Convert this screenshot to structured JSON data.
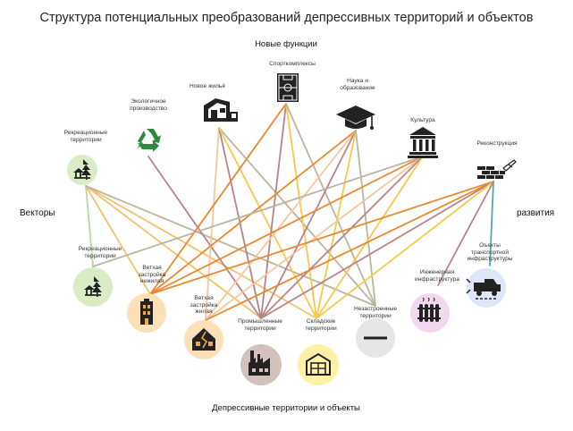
{
  "title": "Структура потенциальных преобразований депрессивных территорий и объектов",
  "headings": {
    "top": "Новые функции",
    "bottom": "Депрессивные территории и объекты",
    "left": "Векторы",
    "right": "развития"
  },
  "new_functions": [
    {
      "id": "rec_top",
      "label": [
        "Рекреационные",
        "территории"
      ],
      "icon": "trees-icon"
    },
    {
      "id": "eco",
      "label": [
        "Экологичное",
        "производство"
      ],
      "icon": "recycle-icon"
    },
    {
      "id": "housing",
      "label": [
        "Новое жильё"
      ],
      "icon": "house-icon"
    },
    {
      "id": "sport",
      "label": [
        "Спорткомплексы"
      ],
      "icon": "football-field-icon"
    },
    {
      "id": "science",
      "label": [
        "Наука и",
        "образование"
      ],
      "icon": "graduation-cap-icon"
    },
    {
      "id": "culture",
      "label": [
        "Культура"
      ],
      "icon": "museum-icon"
    },
    {
      "id": "recon",
      "label": [
        "Реконструкция"
      ],
      "icon": "bricks-trowel-icon"
    }
  ],
  "depressed_objects": [
    {
      "id": "rec_bot",
      "label": [
        "Рекреационные",
        "территории"
      ],
      "icon": "trees-icon",
      "color": "#d9ecc4"
    },
    {
      "id": "old_nonres",
      "label": [
        "Ветхая",
        "застройка",
        "нежилая"
      ],
      "icon": "old-building-icon",
      "color": "#fbe0b8"
    },
    {
      "id": "old_res",
      "label": [
        "Ветхая",
        "застройка",
        "жилая"
      ],
      "icon": "cracked-house-icon",
      "color": "#fbe0b8"
    },
    {
      "id": "industrial",
      "label": [
        "Промышленные",
        "территории"
      ],
      "icon": "factory-icon",
      "color": "#d3c1bd"
    },
    {
      "id": "warehouse",
      "label": [
        "Складские",
        "территории"
      ],
      "icon": "warehouse-icon",
      "color": "#fff2a8"
    },
    {
      "id": "vacant",
      "label": [
        "Незастроенные",
        "территории"
      ],
      "icon": "empty-lot-icon",
      "color": "#e6e6e6"
    },
    {
      "id": "engineering",
      "label": [
        "Инженерная",
        "инфраструктура"
      ],
      "icon": "radiator-icon",
      "color": "#f2d8ee"
    },
    {
      "id": "transport",
      "label": [
        "Оъекты",
        "транспортной",
        "инфраструктуры"
      ],
      "icon": "tow-truck-icon",
      "color": "#dde7f7"
    }
  ],
  "links": [
    {
      "from": "rec_top",
      "to": "rec_bot",
      "color": "#b7d8a0"
    },
    {
      "from": "rec_top",
      "to": "old_nonres",
      "color": "#f5c26b"
    },
    {
      "from": "rec_top",
      "to": "industrial",
      "color": "#f5c26b"
    },
    {
      "from": "rec_top",
      "to": "warehouse",
      "color": "#f5c26b"
    },
    {
      "from": "rec_top",
      "to": "vacant",
      "color": "#b9b59f"
    },
    {
      "from": "eco",
      "to": "industrial",
      "color": "#b5848a"
    },
    {
      "from": "housing",
      "to": "old_res",
      "color": "#f6c6a0"
    },
    {
      "from": "housing",
      "to": "vacant",
      "color": "#b9b59f"
    },
    {
      "from": "housing",
      "to": "industrial",
      "color": "#b5848a"
    },
    {
      "from": "housing",
      "to": "warehouse",
      "color": "#f7c948"
    },
    {
      "from": "sport",
      "to": "old_nonres",
      "color": "#e8892f"
    },
    {
      "from": "sport",
      "to": "industrial",
      "color": "#b5848a"
    },
    {
      "from": "sport",
      "to": "warehouse",
      "color": "#f7c948"
    },
    {
      "from": "sport",
      "to": "vacant",
      "color": "#b9b59f"
    },
    {
      "from": "science",
      "to": "old_nonres",
      "color": "#e8892f"
    },
    {
      "from": "science",
      "to": "old_res",
      "color": "#f6c6a0"
    },
    {
      "from": "science",
      "to": "industrial",
      "color": "#b5848a"
    },
    {
      "from": "science",
      "to": "warehouse",
      "color": "#f7c948"
    },
    {
      "from": "science",
      "to": "vacant",
      "color": "#b9b59f"
    },
    {
      "from": "culture",
      "to": "old_nonres",
      "color": "#e8892f"
    },
    {
      "from": "culture",
      "to": "old_res",
      "color": "#f6c6a0"
    },
    {
      "from": "culture",
      "to": "industrial",
      "color": "#b5848a"
    },
    {
      "from": "culture",
      "to": "warehouse",
      "color": "#f7c948"
    },
    {
      "from": "culture",
      "to": "rec_bot",
      "color": "#b9b59f"
    },
    {
      "from": "recon",
      "to": "old_nonres",
      "color": "#e8892f"
    },
    {
      "from": "recon",
      "to": "old_res",
      "color": "#e8892f"
    },
    {
      "from": "recon",
      "to": "industrial",
      "color": "#b5848a"
    },
    {
      "from": "recon",
      "to": "warehouse",
      "color": "#f7c948"
    },
    {
      "from": "recon",
      "to": "engineering",
      "color": "#b5848a"
    },
    {
      "from": "recon",
      "to": "transport",
      "color": "#5aa7a8"
    }
  ]
}
